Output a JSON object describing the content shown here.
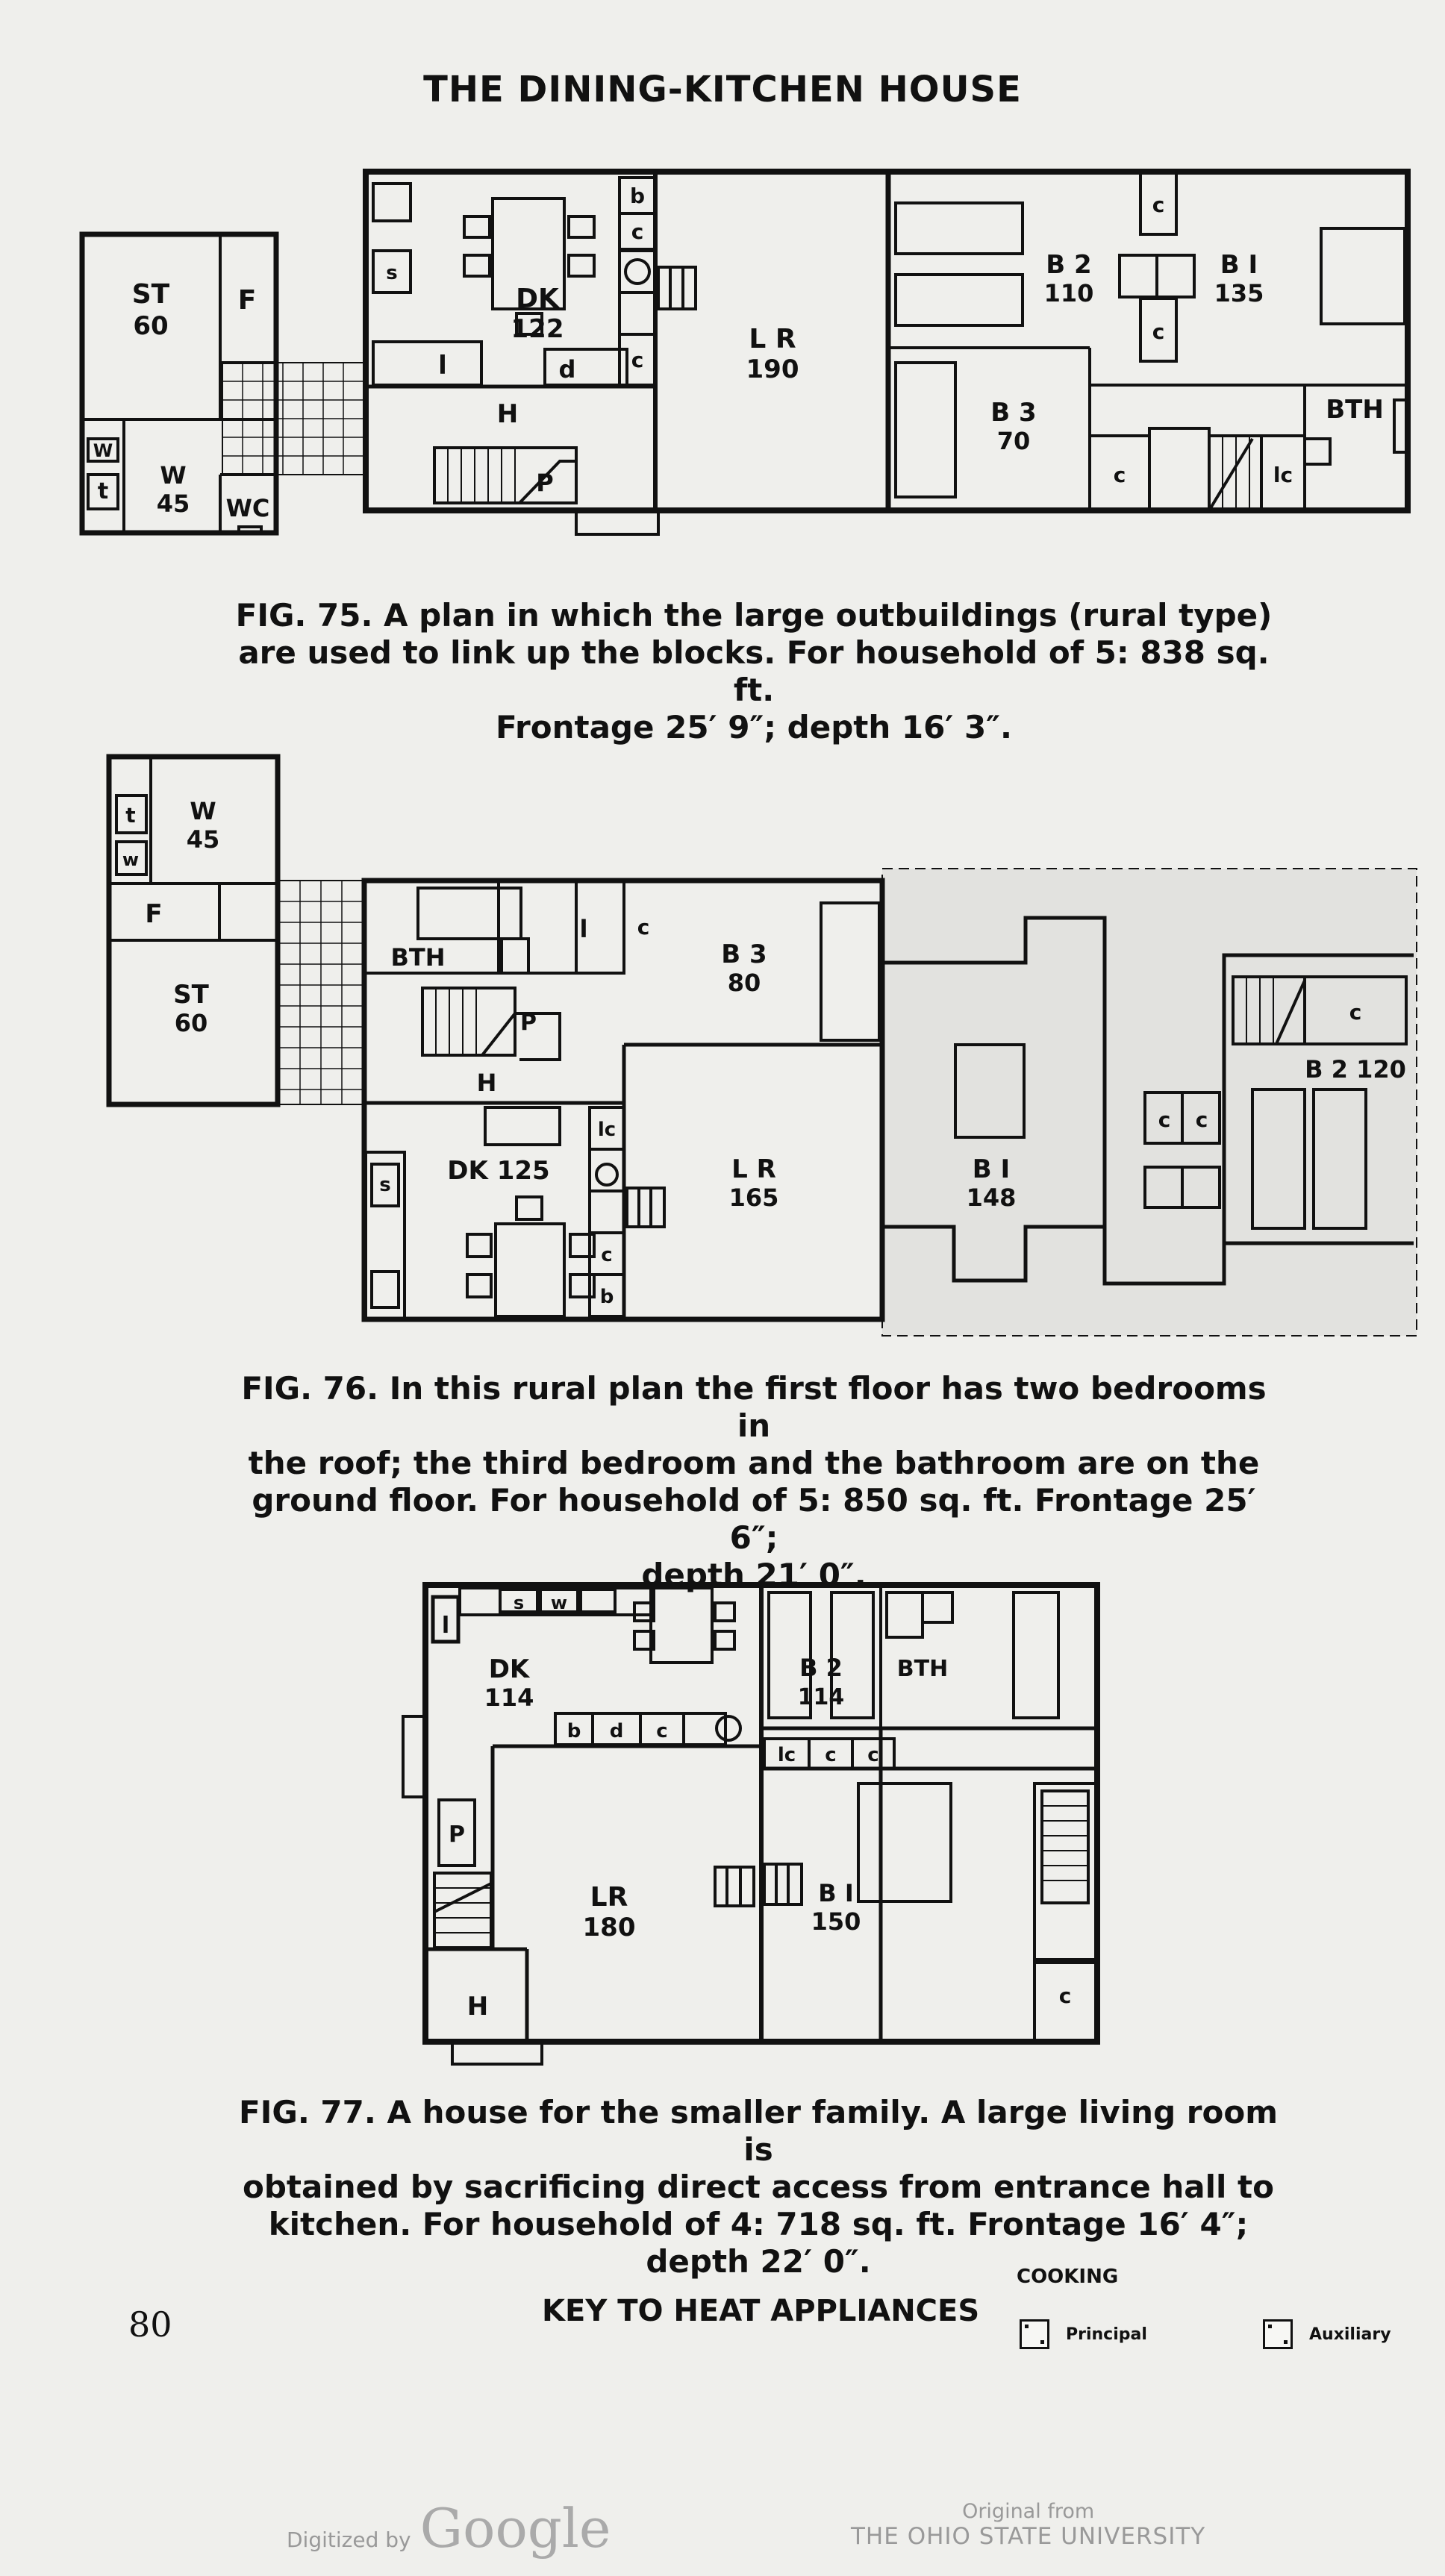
{
  "page": {
    "title": "THE DINING-KITCHEN HOUSE",
    "page_number": "80"
  },
  "fig75": {
    "caption": [
      "FIG. 75.  A plan in which the large outbuildings (rural type)",
      "are used to link up the blocks.  For household of 5:  838 sq. ft.",
      "Frontage 25′ 9″;  depth 16′ 3″."
    ],
    "labels": {
      "st": "ST",
      "st_area": "60",
      "f": "F",
      "w_small": "W",
      "t": "t",
      "w": "W",
      "w_area": "45",
      "wc": "WC",
      "dk": "DK",
      "dk_area": "122",
      "s": "s",
      "l": "l",
      "d": "d",
      "b": "b",
      "c": "c",
      "h": "H",
      "p": "P",
      "lr": "L R",
      "lr_area": "190",
      "b2": "B 2",
      "b2_area": "110",
      "b1": "B I",
      "b1_area": "135",
      "b3": "B 3",
      "b3_area": "70",
      "bth": "BTH",
      "lc": "lc"
    }
  },
  "fig76": {
    "caption": [
      "FIG. 76.  In this rural plan the first floor has two bedrooms in",
      "the roof;  the third bedroom and the bathroom are on the",
      "ground floor.  For household of 5:  850 sq. ft.  Frontage 25′ 6″;",
      "depth 21′ 0″."
    ],
    "labels": {
      "t": "t",
      "w_small": "w",
      "w": "W",
      "w_area": "45",
      "f": "F",
      "st": "ST",
      "st_area": "60",
      "bth": "BTH",
      "l": "l",
      "c": "c",
      "p": "P",
      "h": "H",
      "b3": "B 3",
      "b3_area": "80",
      "lc": "lc",
      "dk": "DK 125",
      "s": "s",
      "b": "b",
      "lr": "L R",
      "lr_area": "165",
      "b1": "B I",
      "b1_area": "148",
      "b2": "B 2  120"
    }
  },
  "fig77": {
    "caption": [
      "FIG. 77.  A house for the smaller family.  A large living room is",
      "obtained  by  sacrificing  direct  access  from  entrance  hall  to",
      "kitchen.   For household of 4:  718 sq. ft.   Frontage 16′ 4″;",
      "depth 22′ 0″."
    ],
    "labels": {
      "l": "l",
      "s": "s",
      "w": "w",
      "dk": "DK",
      "dk_area": "114",
      "b": "b",
      "d": "d",
      "c": "c",
      "p": "P",
      "h": "H",
      "lr": "LR",
      "lr_area": "180",
      "b2": "B 2",
      "b2_area": "114",
      "bth": "BTH",
      "lc": "lc",
      "b1": "B I",
      "b1_area": "150"
    }
  },
  "key": {
    "title": "KEY TO HEAT APPLIANCES",
    "cooking": "COOKING",
    "principal": "Principal",
    "auxiliary": "Auxiliary"
  },
  "footer": {
    "digitized_by": "Digitized by",
    "google": "Google",
    "original_from": "Original from",
    "university": "THE OHIO STATE UNIVERSITY"
  }
}
